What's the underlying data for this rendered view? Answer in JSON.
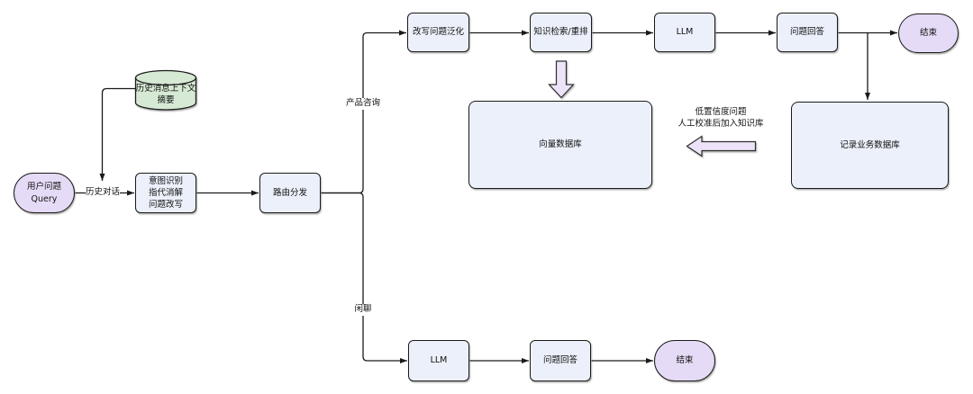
{
  "diagram": {
    "nodes": {
      "history_context": "历史消息上下文\n摘要",
      "user_query": "用户问题\nQuery",
      "intent": "意图识别\n指代消解\n问题改写",
      "router": "路由分发",
      "rewrite_generalize": "改写问题泛化",
      "knowledge_retrieve": "知识检索/重排",
      "llm_top": "LLM",
      "answer_top": "问题回答",
      "end_top": "结束",
      "vector_db": "向量数据库",
      "record_db": "记录业务数据库",
      "llm_bottom": "LLM",
      "answer_bottom": "问题回答",
      "end_bottom": "结束"
    },
    "edge_labels": {
      "history_dialog": "历史对话",
      "product_consult": "产品咨询",
      "chitchat": "闲聊",
      "low_confidence_note": "低置信度问题\n人工校准后加入知识库"
    },
    "colors": {
      "process_fill": "#ebf0fa",
      "terminal_fill": "#e6dbf6",
      "datastore_fill": "#d6e9d4",
      "block_arrow_fill": "#ede3f9",
      "line": "#1a1a1a",
      "background": "#ffffff"
    }
  }
}
